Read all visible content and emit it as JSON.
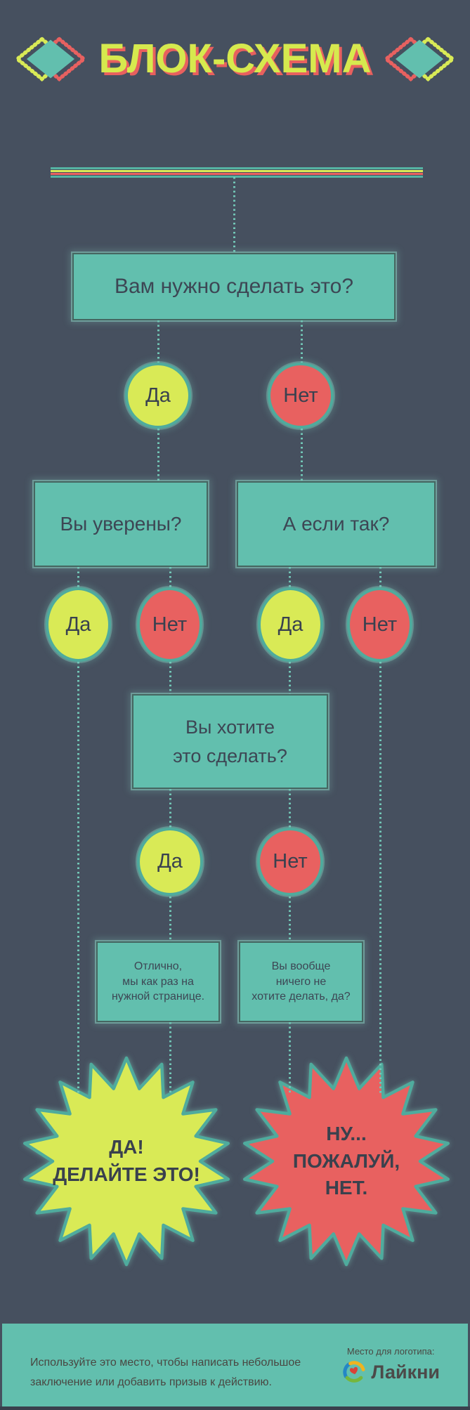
{
  "title": "БЛОК-СХЕМА",
  "colors": {
    "bg": "#46505f",
    "teal": "#62bfae",
    "teal_border": "#456661",
    "dot": "#72c7b7",
    "yellow": "#d9ea56",
    "red": "#e86160",
    "ink": "#3d4654",
    "title_yellow": "#d6e94e",
    "title_shadow": "#e8605e",
    "footer_ink": "#4a4742",
    "logo_blue": "#2486c6",
    "logo_green": "#76b63c",
    "logo_yellow": "#f0b31f",
    "logo_red": "#da4238"
  },
  "questions": {
    "q1": "Вам нужно сделать это?",
    "q2": "Вы уверены?",
    "q3": "А если так?",
    "q4_line1": "Вы хотите",
    "q4_line2": "это сделать?"
  },
  "answers": {
    "yes": "Да",
    "no": "Нет"
  },
  "notes": {
    "good_line1": "Отлично,",
    "good_line2": "мы как раз на",
    "good_line3": "нужной странице.",
    "bad_line1": "Вы вообще",
    "bad_line2": "ничего не",
    "bad_line3": "хотите делать, да?"
  },
  "results": {
    "yes_line1": "ДА!",
    "yes_line2": "ДЕЛАЙТЕ ЭТО!",
    "no_line1": "НУ...",
    "no_line2": "ПОЖАЛУЙ,",
    "no_line3": "НЕТ."
  },
  "footer": {
    "note_line1": "Используйте это место, чтобы написать небольшое",
    "note_line2": "заключение или добавить призыв к действию.",
    "logo_caption": "Место для логотипа:",
    "logo_text": "Лайкни"
  }
}
